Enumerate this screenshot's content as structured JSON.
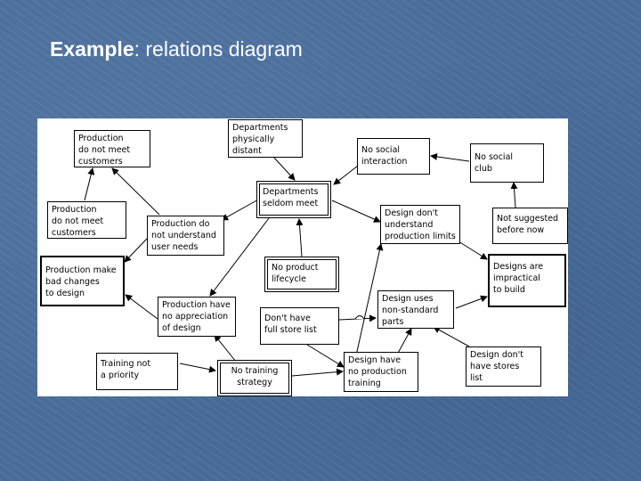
{
  "slide": {
    "title_bold": "Example",
    "title_rest": ": relations diagram"
  },
  "diagram": {
    "nodes": {
      "production_not_meet_1": "Production\n do not meet\ncustomers",
      "production_not_meet_2": " Production\n do not meet\ncustomers",
      "departments_distant": "Departments\nphysically\ndistant",
      "no_social_interaction": "No social\ninteraction",
      "no_social_club": "No social\nclub",
      "departments_seldom_meet": "Departments\nseldom meet",
      "not_suggested": "Not suggested\n before now",
      "production_not_understand": "Production do\nnot understand\nuser needs",
      "design_not_understand": "Design don't\nunderstand\nproduction limits",
      "production_make_changes": "Production make\nbad changes\nto design",
      "no_product_lifecycle": "No product\nlifecycle",
      "designs_impractical": "Designs are\nimpractical\nto build",
      "production_no_appreciation": "Production have\nno appreciation\nof design",
      "design_nonstandard": "Design uses\nnon-standard\nparts",
      "dont_have_store_list": "Don't have\nfull store list",
      "training_not_priority": "Training not\na priority",
      "no_training_strategy": "No training\nstrategy",
      "design_no_training": "Design have\nno production\ntraining",
      "design_no_stores_list": "Design don't\nhave stores\nlist"
    }
  }
}
